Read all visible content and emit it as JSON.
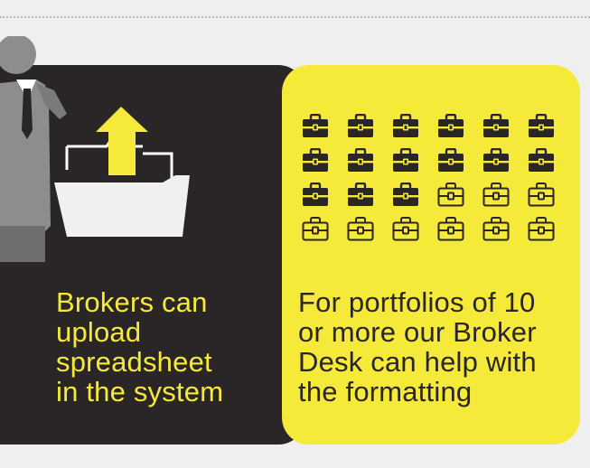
{
  "left_panel": {
    "text": "Brokers can\nupload\nspreadsheet\nin the system",
    "icon": "upload-folder-icon",
    "figure": "businessman-icon"
  },
  "right_panel": {
    "text": "For portfolios of 10\nor more our Broker\nDesk can help with\nthe formatting",
    "icon": "briefcase-icon",
    "briefcase_total": 24,
    "briefcase_filled": 15
  },
  "colors": {
    "dark": "#2a2526",
    "yellow": "#f5e93a",
    "background": "#efefef",
    "gray_figure": "#8d8d8d"
  }
}
